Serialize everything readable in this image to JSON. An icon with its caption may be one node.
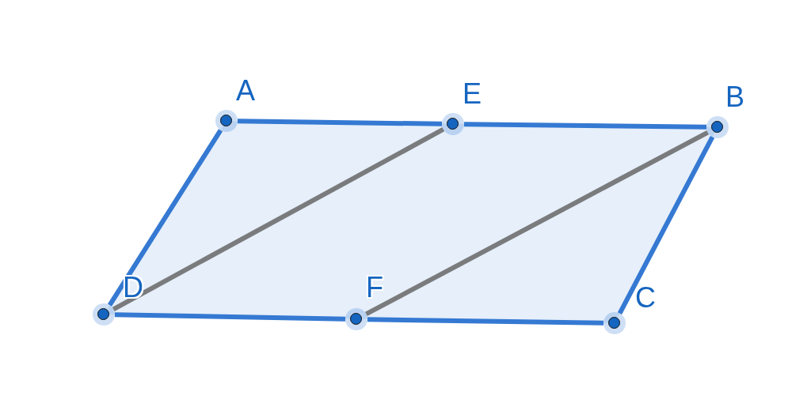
{
  "diagram": {
    "nodes": [
      {
        "text": [
          "A"
        ]
      },
      {
        "text": [
          "E"
        ]
      },
      {
        "text": [
          "B"
        ]
      },
      {
        "text": [
          "D"
        ]
      },
      {
        "text": [
          "F"
        ]
      },
      {
        "text": [
          "C"
        ]
      }
    ],
    "edges": [
      {
        "from": 0,
        "to": 1,
        "arrow": "none"
      },
      {
        "from": 1,
        "to": 2,
        "arrow": "none"
      },
      {
        "from": 2,
        "to": 5,
        "arrow": "none"
      },
      {
        "from": 5,
        "to": 4,
        "arrow": "none"
      },
      {
        "from": 4,
        "to": 3,
        "arrow": "none"
      },
      {
        "from": 3,
        "to": 0,
        "arrow": "none"
      },
      {
        "from": 3,
        "to": 1,
        "arrow": "none",
        "color": "#666666"
      },
      {
        "from": 4,
        "to": 2,
        "arrow": "none",
        "color": "#666666"
      }
    ]
  }
}
